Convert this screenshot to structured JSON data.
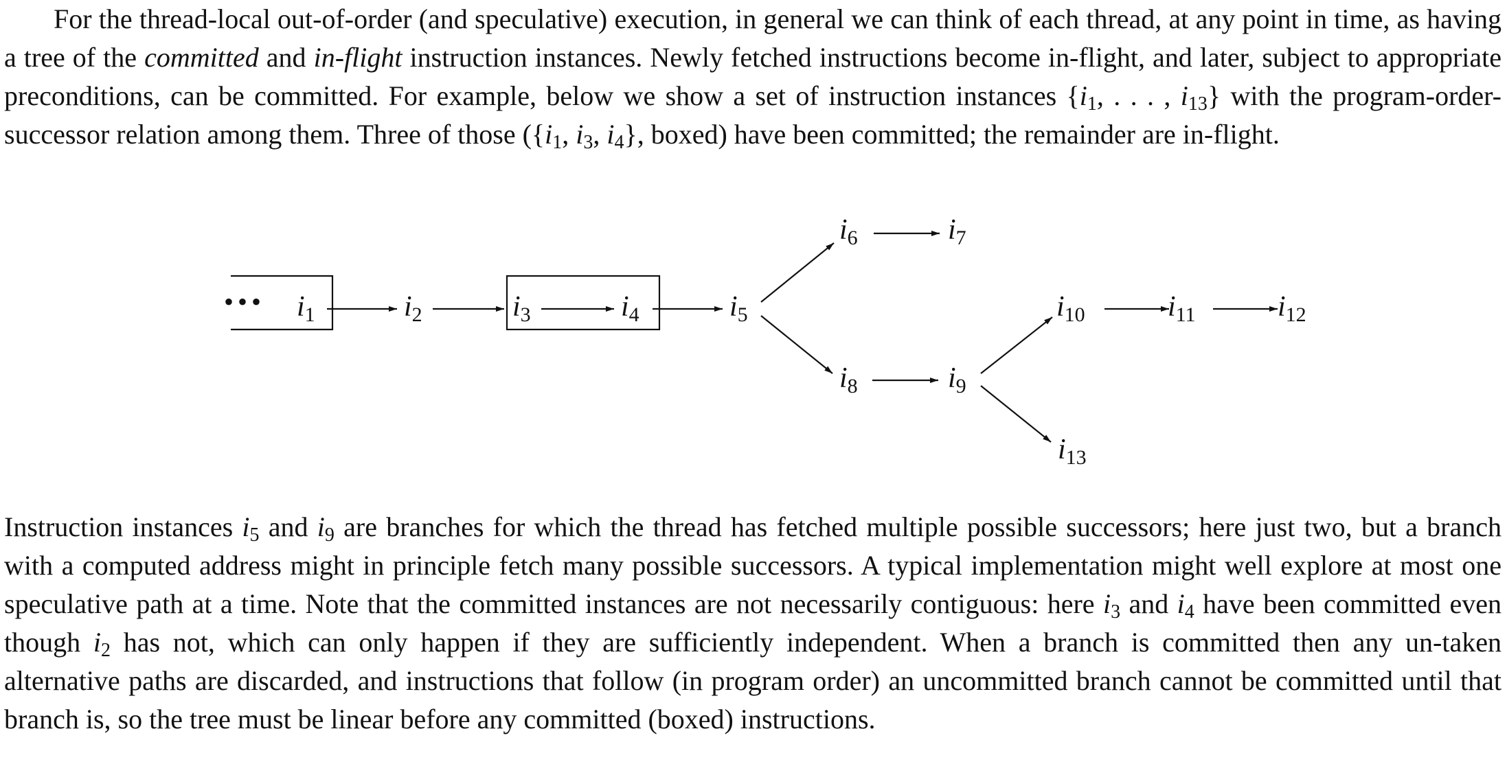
{
  "paragraph_1": {
    "t1": "For the thread-local out-of-order (and speculative) execution, in general we can think of each thread, at any point in time, as having a tree of the ",
    "em1": "committed",
    "t2": " and ",
    "em2": "in-flight",
    "t3": " instruction instances. Newly fetched instructions become in-flight, and later, subject to appropriate preconditions, can be committed. For example, below we show a set of instruction instances ",
    "set_open": "{",
    "set_first": "i",
    "set_first_sub": "1",
    "set_mid": ", . . . , ",
    "set_last": "i",
    "set_last_sub": "13",
    "set_close": "}",
    "t4": " with the program-order-successor relation among them. Three of those (",
    "cset_open": "{",
    "c1": "i",
    "c1_sub": "1",
    "c_sep1": ", ",
    "c3": "i",
    "c3_sub": "3",
    "c_sep2": ", ",
    "c4": "i",
    "c4_sub": "4",
    "cset_close": "}",
    "t5": ", boxed) have been committed; the remainder are in-flight."
  },
  "diagram": {
    "ellipsis": "•••",
    "nodes": [
      {
        "id": "i1",
        "base": "i",
        "sub": "1"
      },
      {
        "id": "i2",
        "base": "i",
        "sub": "2"
      },
      {
        "id": "i3",
        "base": "i",
        "sub": "3"
      },
      {
        "id": "i4",
        "base": "i",
        "sub": "4"
      },
      {
        "id": "i5",
        "base": "i",
        "sub": "5"
      },
      {
        "id": "i6",
        "base": "i",
        "sub": "6"
      },
      {
        "id": "i7",
        "base": "i",
        "sub": "7"
      },
      {
        "id": "i8",
        "base": "i",
        "sub": "8"
      },
      {
        "id": "i9",
        "base": "i",
        "sub": "9"
      },
      {
        "id": "i10",
        "base": "i",
        "sub": "10"
      },
      {
        "id": "i11",
        "base": "i",
        "sub": "11"
      },
      {
        "id": "i12",
        "base": "i",
        "sub": "12"
      },
      {
        "id": "i13",
        "base": "i",
        "sub": "13"
      }
    ],
    "edges": [
      [
        "i1",
        "i2"
      ],
      [
        "i2",
        "i3"
      ],
      [
        "i3",
        "i4"
      ],
      [
        "i4",
        "i5"
      ],
      [
        "i5",
        "i6"
      ],
      [
        "i6",
        "i7"
      ],
      [
        "i5",
        "i8"
      ],
      [
        "i8",
        "i9"
      ],
      [
        "i9",
        "i10"
      ],
      [
        "i10",
        "i11"
      ],
      [
        "i11",
        "i12"
      ],
      [
        "i9",
        "i13"
      ]
    ],
    "committed": [
      "i1",
      "i3",
      "i4"
    ]
  },
  "paragraph_2": {
    "t1": "Instruction instances ",
    "a": "i",
    "a_sub": "5",
    "t2": " and ",
    "b": "i",
    "b_sub": "9",
    "t3": " are branches for which the thread has fetched multiple possible successors; here just two, but a branch with a computed address might in principle fetch many possible successors. A typical implementation might well explore at most one speculative path at a time. Note that the committed instances are not necessarily contiguous: here ",
    "c": "i",
    "c_sub": "3",
    "t4": " and ",
    "d": "i",
    "d_sub": "4",
    "t5": " have been committed even though ",
    "e": "i",
    "e_sub": "2",
    "t6": " has not, which can only happen if they are sufficiently independent. When a branch is committed then any un-taken alternative paths are discarded, and instructions that follow (in program order) an uncommitted branch cannot be committed until that branch is, so the tree must be linear before any committed (boxed) instructions."
  }
}
